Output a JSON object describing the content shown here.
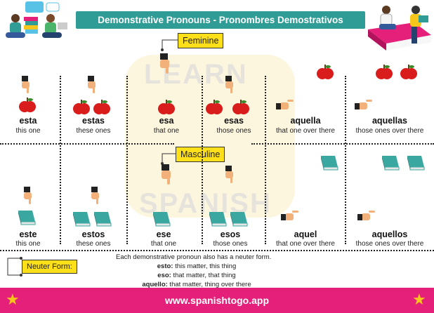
{
  "title": "Demonstrative Pronouns - Pronombres Demostrativos",
  "footer": "www.spanishtogo.app",
  "feminine_label": "Feminine",
  "masculine_label": "Masculine",
  "neuter_label": "Neuter Form:",
  "watermark": {
    "top": "LEARN",
    "bottom": "SPANISH"
  },
  "feminine": [
    {
      "word": "esta",
      "translation": "this one"
    },
    {
      "word": "estas",
      "translation": "these ones"
    },
    {
      "word": "esa",
      "translation": "that one"
    },
    {
      "word": "esas",
      "translation": "those ones"
    },
    {
      "word": "aquella",
      "translation": "that one over there"
    },
    {
      "word": "aquellas",
      "translation": "those ones over there"
    }
  ],
  "masculine": [
    {
      "word": "este",
      "translation": "this one"
    },
    {
      "word": "estos",
      "translation": "these ones"
    },
    {
      "word": "ese",
      "translation": "that one"
    },
    {
      "word": "esos",
      "translation": "those ones"
    },
    {
      "word": "aquel",
      "translation": "that one over there"
    },
    {
      "word": "aquellos",
      "translation": "those ones over there"
    }
  ],
  "neuter": {
    "intro": "Each demonstrative pronoun also has a neuter form.",
    "items": [
      {
        "word": "esto:",
        "meaning": " this matter, this thing"
      },
      {
        "word": "eso:",
        "meaning": " that matter, that thing"
      },
      {
        "word": "aquello:",
        "meaning": " that matter, thing over there"
      }
    ]
  },
  "colors": {
    "header": "#2f9c95",
    "footer": "#e5207a",
    "tag": "#fde01a",
    "apple": "#d91c1c",
    "book": "#3aa8a0"
  }
}
